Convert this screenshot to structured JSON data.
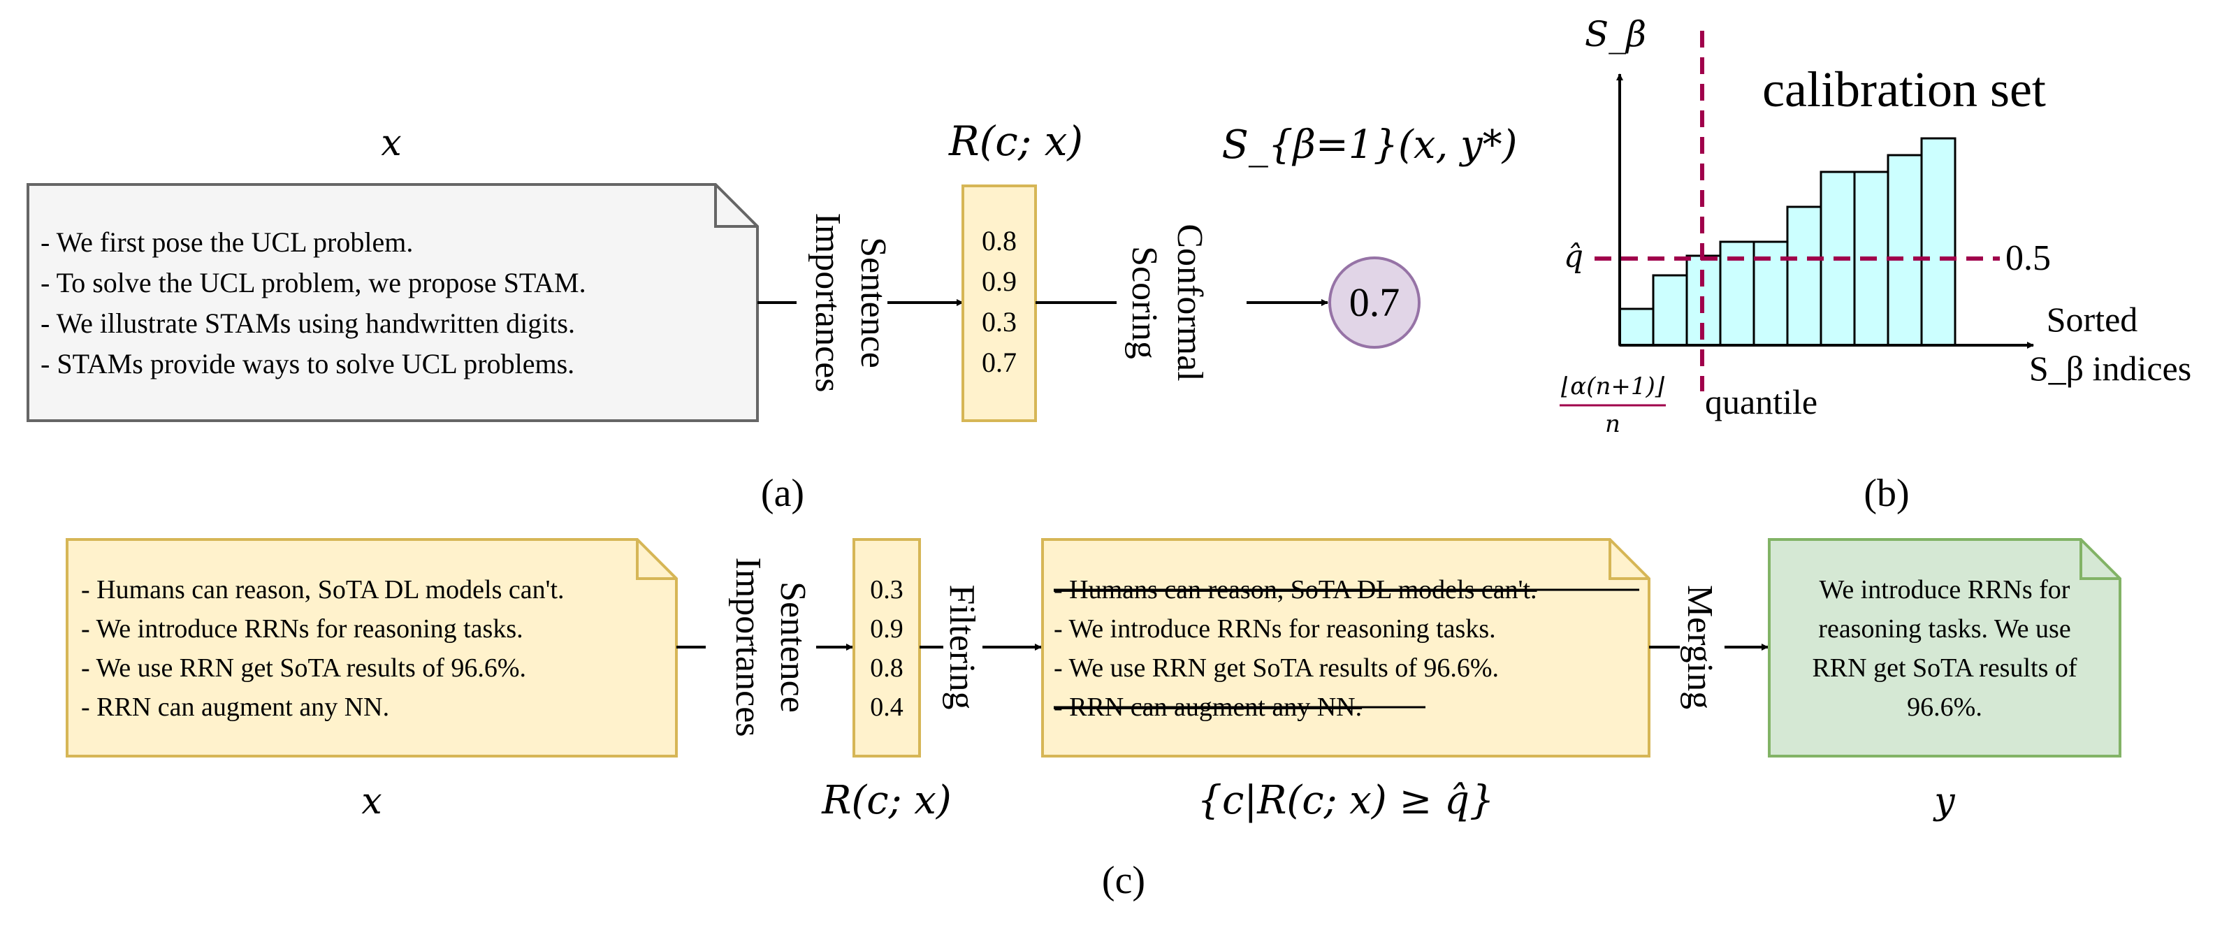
{
  "colors": {
    "red_text": "#9e1b1b",
    "green_text": "#1f6e1f",
    "yellow_fill": "#fff2cc",
    "yellow_stroke": "#d6b656",
    "gray_fill": "#f5f5f5",
    "gray_stroke": "#666666",
    "green_fill": "#d5e8d4",
    "green_stroke": "#82b366",
    "purple_fill": "#e1d5e7",
    "purple_stroke": "#9673a6",
    "cyan_bar": "#ccffff",
    "magenta": "#a0004b",
    "brown": "#9c5a14"
  },
  "panel_a": {
    "input_label": "x",
    "sentences": [
      {
        "text": "- We first pose the UCL problem.",
        "color": "red"
      },
      {
        "text": "- To solve the UCL problem, we propose STAM.",
        "color": "green"
      },
      {
        "text": "- We illustrate STAMs using handwritten digits.",
        "color": "red"
      },
      {
        "text": "- STAMs provide ways to solve UCL problems.",
        "color": "green"
      }
    ],
    "step1_line1": "Sentence",
    "step1_line2": "Importances",
    "scores_label": "R(c; x)",
    "scores": [
      "0.8",
      "0.9",
      "0.3",
      "0.7"
    ],
    "step2_line1": "Conformal",
    "step2_line2": "Scoring",
    "result_label": "S_{β=1}(x, y*)",
    "result_value": "0.7",
    "caption": "(a)"
  },
  "panel_b": {
    "y_axis_label": "S_β",
    "title": "calibration set",
    "qhat_label": "q̂",
    "qhat_value": "0.5",
    "x_axis_label_line1": "Sorted",
    "x_axis_label_line2": "S_β indices",
    "quantile_numerator": "⌊α(n+1)⌋",
    "quantile_denominator": "n",
    "quantile_label": "quantile",
    "caption": "(b)"
  },
  "panel_c": {
    "input_label": "x",
    "sentences": [
      "- Humans can reason, SoTA DL models can't.",
      "- We introduce RRNs for reasoning tasks.",
      "- We use RRN get SoTA results of 96.6%.",
      "- RRN can augment any NN."
    ],
    "step1_line1": "Sentence",
    "step1_line2": "Importances",
    "scores_label": "R(c; x)",
    "scores": [
      "0.3",
      "0.9",
      "0.8",
      "0.4"
    ],
    "step2": "Filtering",
    "filtered_label": "{c|R(c; x) ≥ q̂}",
    "filtered_sentences": [
      {
        "text": "- Humans can reason, SoTA DL models can't.",
        "struck": true
      },
      {
        "text": "- We introduce RRNs for reasoning tasks.",
        "struck": false
      },
      {
        "text": "- We use RRN get SoTA results of 96.6%.",
        "struck": false
      },
      {
        "text": "- RRN can augment any NN.",
        "struck": true
      }
    ],
    "step3": "Merging",
    "output_lines": [
      "We introduce RRNs for",
      "reasoning tasks. We use",
      "RRN get SoTA results of",
      "96.6%."
    ],
    "output_label": "y",
    "caption": "(c)"
  }
}
